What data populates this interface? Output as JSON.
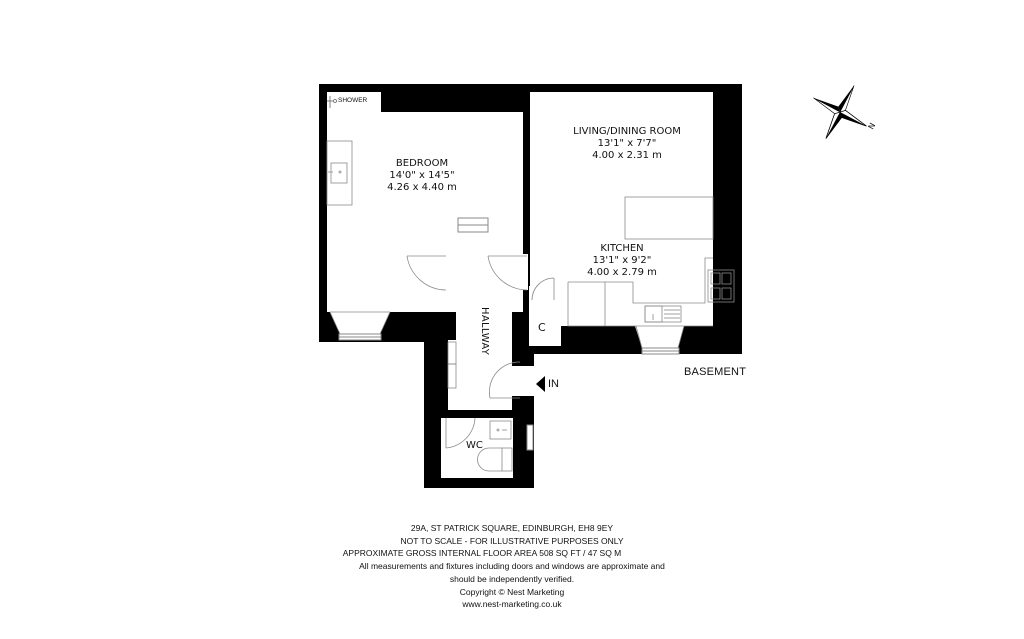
{
  "floor_label": "BASEMENT",
  "entrance_label": "IN",
  "rooms": {
    "bedroom": {
      "name": "BEDROOM",
      "imperial": "14'0\" x 14'5\"",
      "metric": "4.26 x 4.40 m"
    },
    "living": {
      "name": "LIVING/DINING ROOM",
      "imperial": "13'1\" x 7'7\"",
      "metric": "4.00 x 2.31 m"
    },
    "kitchen": {
      "name": "KITCHEN",
      "imperial": "13'1\" x 9'2\"",
      "metric": "4.00 x 2.79 m"
    },
    "hallway": {
      "name": "HALLWAY"
    },
    "cupboard": {
      "name": "C"
    },
    "wc": {
      "name": "WC"
    },
    "shower": {
      "name": "SHOWER"
    }
  },
  "compass": {
    "north_label": "N"
  },
  "footer": {
    "address": "29A, ST PATRICK SQUARE, EDINBURGH, EH8 9EY",
    "scale_note": "NOT TO SCALE - FOR ILLUSTRATIVE PURPOSES ONLY",
    "area": "APPROXIMATE GROSS INTERNAL FLOOR AREA 508 SQ FT / 47 SQ M",
    "disclaimer_1": "All measurements and fixtures including doors and windows are approximate and",
    "disclaimer_2": "should be independently verified.",
    "copyright": "Copyright © Nest Marketing",
    "website": "www.nest-marketing.co.uk"
  },
  "colors": {
    "wall": "#000000",
    "fixture_line": "#8a8a8a",
    "background": "#ffffff",
    "text": "#111111"
  }
}
